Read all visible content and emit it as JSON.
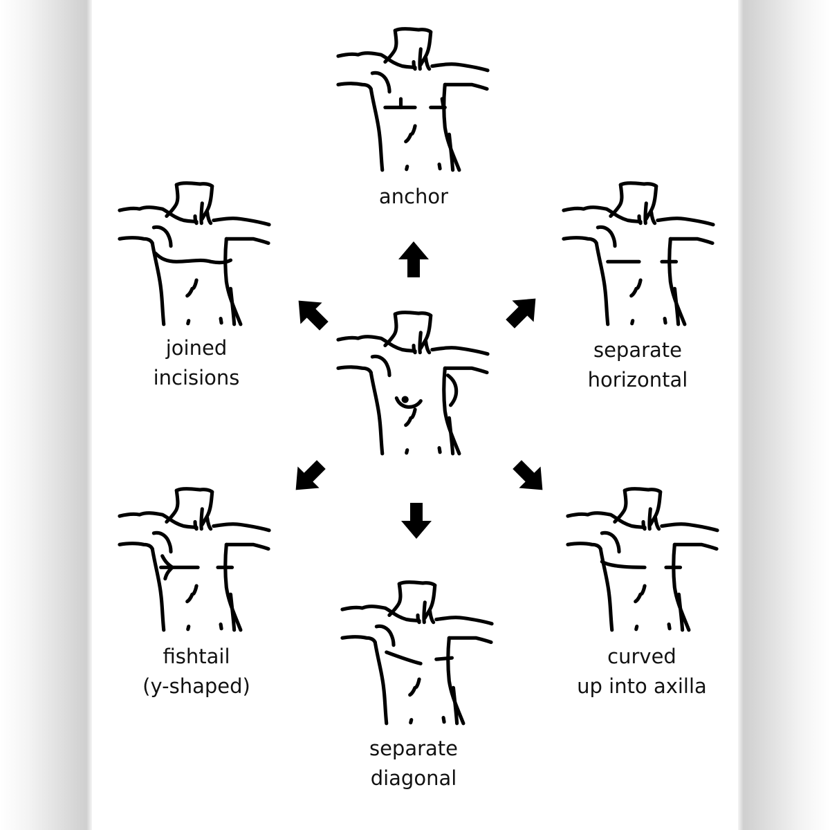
{
  "colors": {
    "ink": "#000000",
    "text": "#111111",
    "background": "#ffffff"
  },
  "center_figure": {
    "icon": "torso-with-breasts-icon"
  },
  "variants": [
    {
      "key": "anchor",
      "lines": [
        "anchor"
      ],
      "icon": "torso-anchor-incision-icon"
    },
    {
      "key": "separate-horizontal",
      "lines": [
        "separate",
        "horizontal"
      ],
      "icon": "torso-separate-horizontal-incision-icon"
    },
    {
      "key": "curved-up-into-axilla",
      "lines": [
        "curved",
        "up into axilla"
      ],
      "icon": "torso-curved-axilla-incision-icon"
    },
    {
      "key": "separate-diagonal",
      "lines": [
        "separate",
        "diagonal"
      ],
      "icon": "torso-separate-diagonal-incision-icon"
    },
    {
      "key": "fishtail",
      "lines": [
        "fishtail",
        "(y-shaped)"
      ],
      "icon": "torso-fishtail-incision-icon"
    },
    {
      "key": "joined-incisions",
      "lines": [
        "joined",
        "incisions"
      ],
      "icon": "torso-joined-incision-icon"
    }
  ],
  "arrows": [
    {
      "direction": "up",
      "icon": "arrow-up-icon"
    },
    {
      "direction": "up-right",
      "icon": "arrow-up-right-icon"
    },
    {
      "direction": "down-right",
      "icon": "arrow-down-right-icon"
    },
    {
      "direction": "down",
      "icon": "arrow-down-icon"
    },
    {
      "direction": "down-left",
      "icon": "arrow-down-left-icon"
    },
    {
      "direction": "up-left",
      "icon": "arrow-up-left-icon"
    }
  ]
}
